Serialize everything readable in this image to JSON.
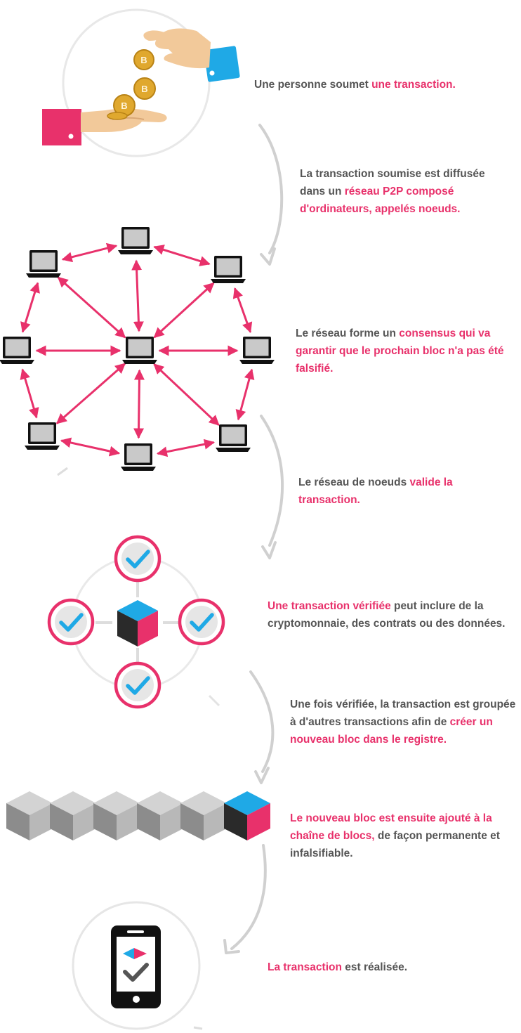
{
  "colors": {
    "accent": "#e8316b",
    "blue": "#1fa9e6",
    "text": "#555555",
    "arrow_gray": "#d0d0d0",
    "coin": "#e0a82e",
    "screen_gray": "#c8c8c8",
    "dark": "#1a1a1a"
  },
  "steps": [
    {
      "id": "submit",
      "plain_before": "Une personne soumet ",
      "highlight": "une transaction.",
      "plain_after": ""
    },
    {
      "id": "broadcast",
      "plain_before": "La transaction soumise est diffusée dans un ",
      "highlight": "réseau P2P composé d'ordinateurs, appelés noeuds.",
      "plain_after": ""
    },
    {
      "id": "consensus",
      "plain_before": "Le réseau forme un ",
      "highlight": "consensus qui va garantir que le prochain bloc n'a pas été falsifié.",
      "plain_after": ""
    },
    {
      "id": "validate",
      "plain_before": "Le réseau de noeuds ",
      "highlight": "valide la transaction.",
      "plain_after": ""
    },
    {
      "id": "verified",
      "plain_before": "",
      "highlight": "Une transaction vérifiée",
      "plain_after": " peut inclure de la cryptomonnaie, des contrats ou des données."
    },
    {
      "id": "grouped",
      "plain_before": "Une fois vérifiée, la transaction est groupée à d'autres transactions afin de ",
      "highlight": "créer un nouveau bloc dans le registre.",
      "plain_after": ""
    },
    {
      "id": "chain",
      "plain_before": "",
      "highlight": "Le nouveau bloc est ensuite ajouté à la chaîne de blocs,",
      "plain_after": " de façon permanente et infalsifiable."
    },
    {
      "id": "done",
      "plain_before": "",
      "highlight": "La transaction",
      "plain_after": " est réalisée."
    }
  ],
  "icons": {
    "coin_symbol": "B",
    "coin": "bitcoin-coin-icon",
    "laptop": "laptop-node-icon",
    "check": "check-circle-icon",
    "cube": "block-cube-icon",
    "phone": "smartphone-icon",
    "arrow": "curved-arrow-icon"
  },
  "network": {
    "laptop_count": 9,
    "arrow_count": 16
  },
  "chain": {
    "gray_block_count": 5,
    "new_block_count": 1
  }
}
